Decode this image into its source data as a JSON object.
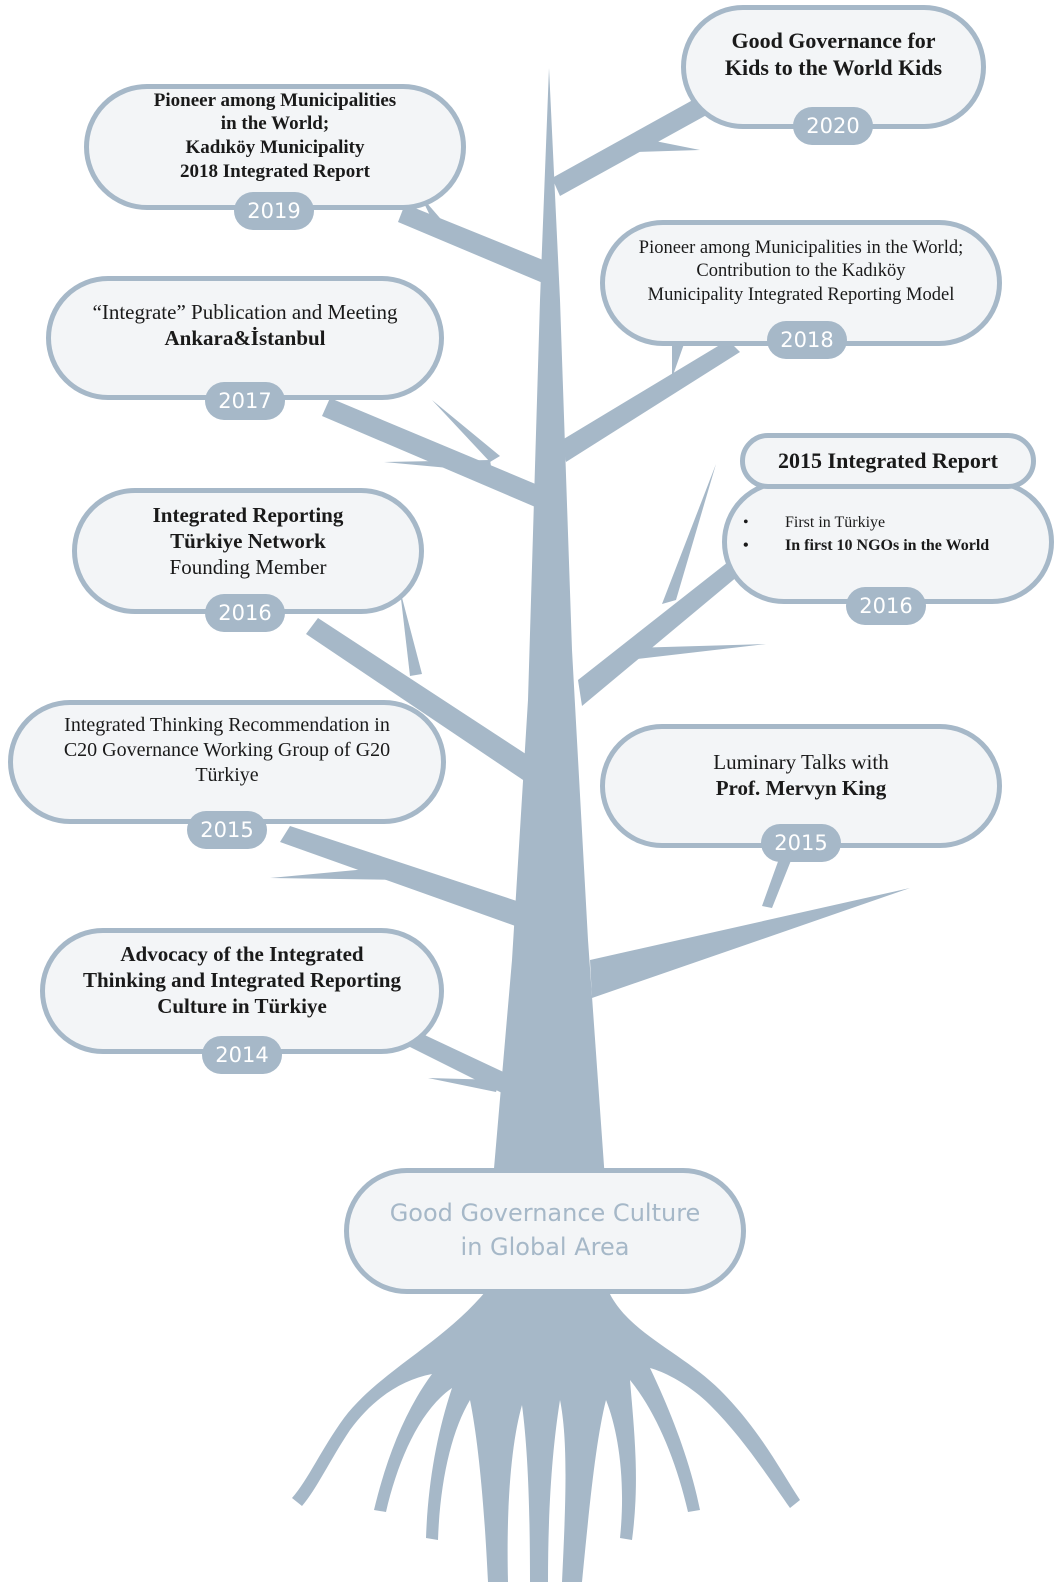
{
  "colors": {
    "tree": "#a6b8c8",
    "bubble_fill": "#f3f5f7",
    "text": "#1a1a1a",
    "year_text": "#ffffff"
  },
  "root": {
    "lines": [
      "Good Governance Culture",
      "in Global Area"
    ]
  },
  "milestones": {
    "m2020": {
      "lines": [
        "Good Governance for",
        "Kids to the World Kids"
      ],
      "year": "2020"
    },
    "m2019": {
      "lines": [
        "Pioneer among Municipalities",
        "in the World;",
        "Kadıköy Municipality",
        "2018 Integrated Report"
      ],
      "year": "2019"
    },
    "m2018": {
      "lines": [
        "Pioneer among Municipalities in the World;",
        "Contribution to the Kadıköy",
        "Municipality Integrated Reporting Model"
      ],
      "year": "2018"
    },
    "m2017": {
      "lines": [
        "“Integrate” Publication and Meeting",
        "Ankara&İstanbul"
      ],
      "year": "2017"
    },
    "m2016a": {
      "title": "2015 Integrated Report",
      "bullets": [
        "First in Türkiye",
        "In first 10 NGOs in the World"
      ],
      "year": "2016"
    },
    "m2016b": {
      "lines": [
        "Integrated Reporting",
        "Türkiye Network",
        "Founding Member"
      ],
      "year": "2016"
    },
    "m2015a": {
      "lines": [
        "Integrated Thinking Recommendation in",
        "C20 Governance Working Group of G20",
        "Türkiye"
      ],
      "year": "2015"
    },
    "m2015b": {
      "lines": [
        "Luminary Talks with",
        "Prof. Mervyn King"
      ],
      "year": "2015"
    },
    "m2014": {
      "lines": [
        "Advocacy of the Integrated",
        "Thinking and Integrated Reporting",
        "Culture in Türkiye"
      ],
      "year": "2014"
    }
  }
}
